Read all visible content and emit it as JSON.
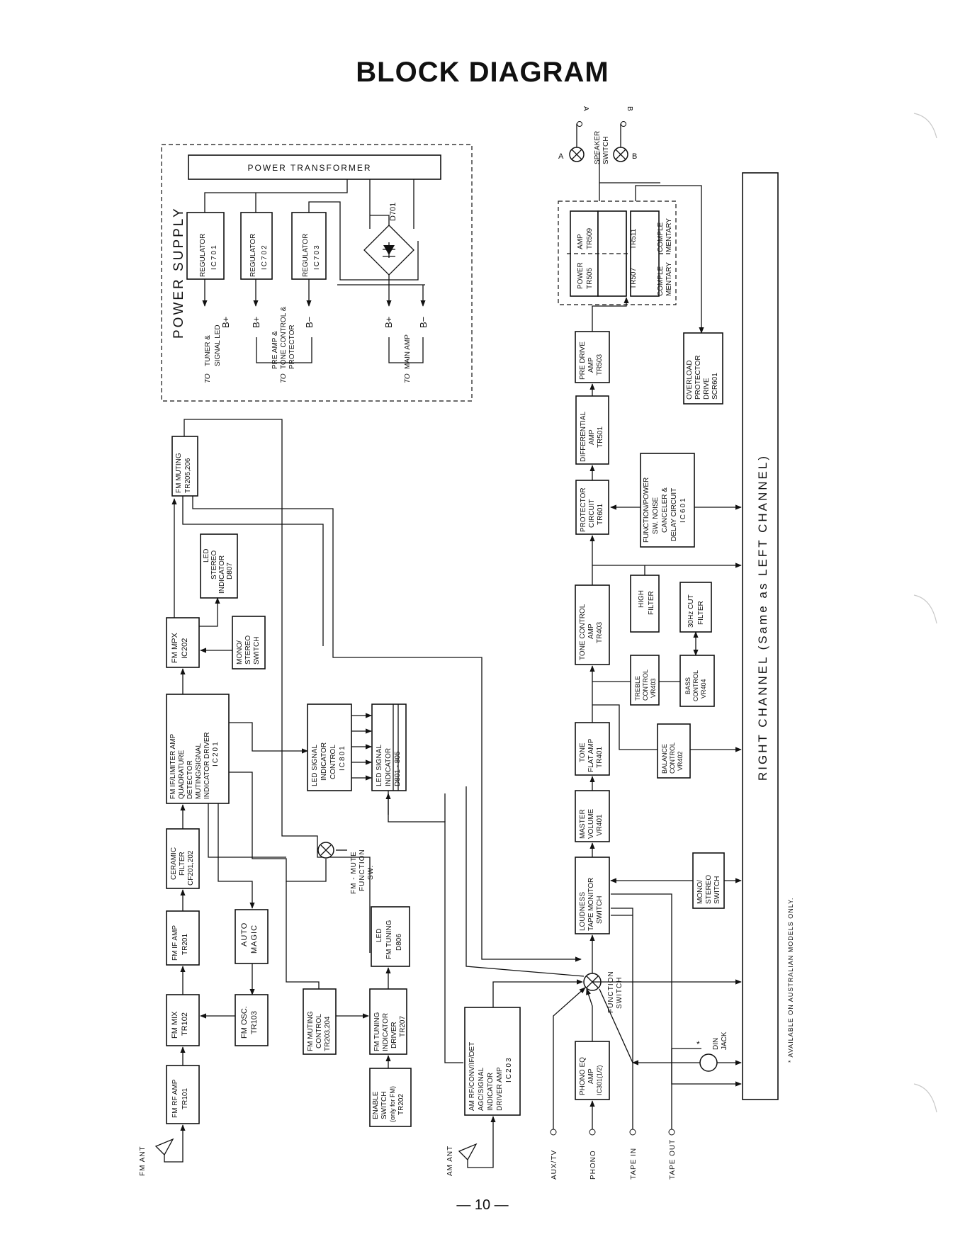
{
  "page": {
    "title": "BLOCK DIAGRAM",
    "page_number": "— 10 —"
  },
  "power_supply": {
    "title": "POWER SUPPLY",
    "transformer": "POWER TRANSFORMER",
    "regulators": [
      {
        "lines": [
          "REGULATOR",
          "IC701"
        ],
        "out": [
          "B+"
        ]
      },
      {
        "lines": [
          "REGULATOR",
          "IC702"
        ],
        "out": [
          "B+"
        ]
      },
      {
        "lines": [
          "REGULATOR",
          "IC703"
        ],
        "out": [
          "B−"
        ]
      }
    ],
    "rectifier": "D701",
    "main_amp_out": [
      "B+",
      "B−"
    ],
    "destinations": [
      {
        "to": "TO",
        "lines": [
          "TUNER &",
          "SIGNAL LED"
        ]
      },
      {
        "to": "TO",
        "lines": [
          "PRE AMP &",
          "TONE CONTROL &",
          "PROTECTOR"
        ]
      },
      {
        "to": "TO",
        "lines": [
          "MAIN AMP"
        ]
      }
    ]
  },
  "blocks": {
    "fm_muting": [
      "FM MUTING",
      "TR205,206"
    ],
    "led_stereo": [
      "LED",
      "STEREO",
      "INDICATOR",
      "D807"
    ],
    "fm_mpx": [
      "FM MPX",
      "IC202"
    ],
    "mono_stereo_sw": [
      "MONO/",
      "STEREO",
      "SWITCH"
    ],
    "fm_if_limiter": [
      "FM IF/LIMITER AMP",
      "QUADRATURE",
      "DETECTOR",
      "MUTING/SIGNAL",
      "INDICATOR DRIVER",
      "IC201"
    ],
    "led_signal_control": [
      "LED SIGNAL",
      "INDICATOR",
      "CONTROL",
      "IC801"
    ],
    "led_signal_indicator": [
      "LED SIGNAL",
      "INDICATOR",
      "D801 - 805"
    ],
    "ceramic_filter": [
      "CERAMIC",
      "FILTER",
      "CF201,202"
    ],
    "fm_mute_sw": [
      "FM - MUTE",
      "FUNCTION",
      "SW."
    ],
    "fm_if_amp": [
      "FM IF AMP",
      "TR201"
    ],
    "auto_magic": [
      "AUTO",
      "MAGIC"
    ],
    "led_fm_tuning": [
      "LED",
      "FM TUNING",
      "D806"
    ],
    "fm_mix": [
      "FM MIX",
      "TR102"
    ],
    "fm_osc": [
      "FM OSC.",
      "TR103"
    ],
    "fm_muting_control": [
      "FM MUTING",
      "CONTROL",
      "TR203,204"
    ],
    "fm_tuning_driver": [
      "FM TUNING",
      "INDICATOR",
      "DRIVER",
      "TR207"
    ],
    "fm_rf_amp": [
      "FM RF AMP",
      "TR101"
    ],
    "enable_switch": [
      "ENABLE",
      "SWITCH",
      "(only for FM)",
      "TR202"
    ],
    "am_block": [
      "AM RF/CONV/IF/DET",
      "AGC/SIGNAL",
      "INDICATOR",
      "DRIVER AMP",
      "IC203"
    ],
    "pre_drive": [
      "PRE DRIVE",
      "AMP",
      "TR503"
    ],
    "differential": [
      "DIFFERENTIAL",
      "AMP",
      "TR501"
    ],
    "protector": [
      "PROTECTOR",
      "CIRCUIT",
      "TR601"
    ],
    "function_power": [
      "FUNCTION/POWER",
      "SW. NOISE",
      "CANCELER &",
      "DELAY CIRCUIT",
      "IC601"
    ],
    "tone_control": [
      "TONE CONTROL",
      "AMP",
      "TR403"
    ],
    "high_filter": [
      "HIGH",
      "FILTER"
    ],
    "cut_filter": [
      "30Hz CUT",
      "FILTER"
    ],
    "treble": [
      "TREBLE",
      "CONTROL",
      "VR403"
    ],
    "bass": [
      "BASS",
      "CONTROL",
      "VR404"
    ],
    "tone_flat": [
      "TONE",
      "FLAT AMP",
      "TR401"
    ],
    "balance": [
      "BALANCE",
      "CONTROL",
      "VR402"
    ],
    "master_volume": [
      "MASTER",
      "VOLUME",
      "VR401"
    ],
    "loudness": [
      "LOUDNESS",
      "TAPE MONITOR",
      "SWITCH"
    ],
    "mono_stereo_2": [
      "MONO/",
      "STEREO",
      "SWITCH"
    ],
    "phono_eq": [
      "PHONO EQ",
      "AMP",
      "IC301(1/2)"
    ],
    "overload": [
      "OVERLOAD",
      "PROTECTOR",
      "DRIVE",
      "SCR601"
    ],
    "power_amp": {
      "left_top": [
        "POWER",
        "TR505"
      ],
      "right_top": [
        "AMP",
        "TR509"
      ],
      "left_bot": [
        "TR507"
      ],
      "right_bot": [
        "TR511"
      ],
      "left_cap": [
        "COMPLE",
        "MENTARY"
      ],
      "right_cap": [
        "COMPLE",
        "MENTARY"
      ]
    }
  },
  "labels": {
    "fm_ant": "FM ANT",
    "am_ant": "AM ANT",
    "function_switch": [
      "FUNCTION",
      "SWITCH"
    ],
    "speaker_switch": [
      "SPEAKER",
      "SWITCH"
    ],
    "speaker_a": "A",
    "speaker_b": "B",
    "din_jack": [
      "DIN",
      "JACK"
    ],
    "din_mark": "*",
    "inputs": [
      "AUX/TV",
      "PHONO",
      "TAPE IN",
      "TAPE OUT"
    ],
    "right_channel": "RIGHT CHANNEL (Same as LEFT CHANNEL)",
    "footnote": "* AVAILABLE ON AUSTRALIAN MODELS ONLY."
  }
}
